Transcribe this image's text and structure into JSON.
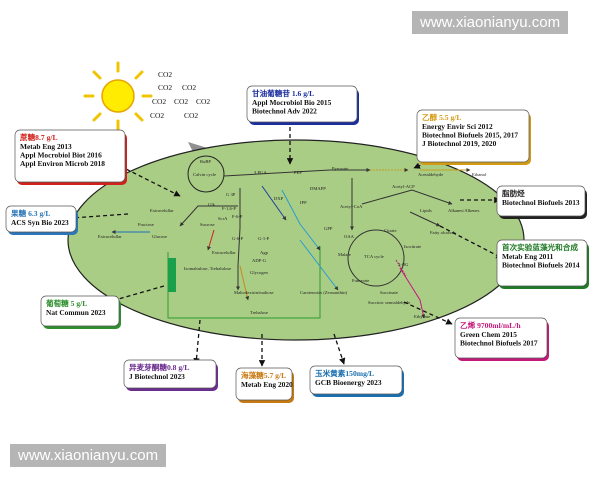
{
  "sun": {
    "co2_labels": [
      "CO2",
      "CO2",
      "CO2",
      "CO2",
      "CO2",
      "CO2",
      "CO2",
      "CO2"
    ]
  },
  "cell": {
    "labels": [
      "Calvin cycle",
      "RuBP",
      "3 PGA",
      "G 3P",
      "F-1,6-P",
      "F-6-P",
      "G-6-P",
      "G-1-P",
      "ADP-G",
      "Glycogen",
      "Maltodextrin/maltose",
      "Trehalose",
      "Sucrose",
      "Glucose",
      "Fructose",
      "Extracelullar",
      "Extracelullar",
      "Extracelullar",
      "PEP",
      "Pyruvate",
      "Acetyl-CoA",
      "Acetyl-ACP",
      "Fatty alcohols",
      "Lipids",
      "Alkanes/Alkenes",
      "Citrate",
      "Isocitrate",
      "TCA cycle",
      "Malate",
      "Fumarate",
      "OAA",
      "Succinate",
      "Succinic semialdehyde",
      "2-OG",
      "Ethylene",
      "IPP",
      "DMAPP",
      "GPP",
      "DXP",
      "Acetaldehyde",
      "Ethanol",
      "Isomaltulose, Trehalulose",
      "Carotenoids (Zeaxanthin)",
      "Agp",
      "Glk",
      "ScrA"
    ]
  },
  "products": [
    {
      "id": "sucrose",
      "title": "蔗糖8.7 g/L",
      "lines": [
        "Metab Eng 2013",
        "Appl Mocrobiol Biot 2016",
        "Appl Environ Microb 2018"
      ],
      "color": "#d0211c"
    },
    {
      "id": "glucosylglycerol",
      "title": "甘油葡糖苷 1.6 g/L",
      "lines": [
        "Appl Mocrobiol Bio 2015",
        "Biotechnol Adv 2022"
      ],
      "color": "#1c2e9e"
    },
    {
      "id": "ethanol",
      "title": "乙醇 5.5 g/L",
      "lines": [
        "Energy Envir Sci 2012",
        "Biotechnol Biofuels 2015, 2017",
        "J Biotechnol 2019, 2020"
      ],
      "color": "#d39a14"
    },
    {
      "id": "fructose",
      "title": "果糖 6.3 g/L",
      "lines": [
        "ACS Syn Bio 2023"
      ],
      "color": "#2a76b8"
    },
    {
      "id": "fatty-alcohol",
      "title": "脂肪烃",
      "lines": [
        "Biotechnol Biofuels 2013"
      ],
      "color": "#222222"
    },
    {
      "id": "photosynthesis",
      "title": "首次实验蓝藻光和合成",
      "lines": [
        "Metab Eng 2011",
        "Biotechnol Biofuels 2014"
      ],
      "color": "#1f7a26"
    },
    {
      "id": "glucose",
      "title": "葡萄糖 5 g/L",
      "lines": [
        "Nat Commun 2023"
      ],
      "color": "#2e8f2e"
    },
    {
      "id": "ethylene",
      "title": "乙烯 9700ml/mL/h",
      "lines": [
        "Green Chem 2015",
        "Biotechnol Biofuels 2017"
      ],
      "color": "#c4197a"
    },
    {
      "id": "isomaltulose",
      "title": "异麦芽酮糖0.8 g/L",
      "lines": [
        "J Biotechnol 2023"
      ],
      "color": "#6b2d8f"
    },
    {
      "id": "trehalose",
      "title": "海藻糖5.7 g/L",
      "lines": [
        "Metab Eng 2020"
      ],
      "color": "#c77a12"
    },
    {
      "id": "zeaxanthin",
      "title": "玉米黄素150mg/L",
      "lines": [
        "GCB Bioenergy 2023"
      ],
      "color": "#1a6fb0"
    }
  ],
  "watermarks": {
    "top": "www.xiaonianyu.com",
    "bottom": "www.xiaonianyu.com"
  }
}
